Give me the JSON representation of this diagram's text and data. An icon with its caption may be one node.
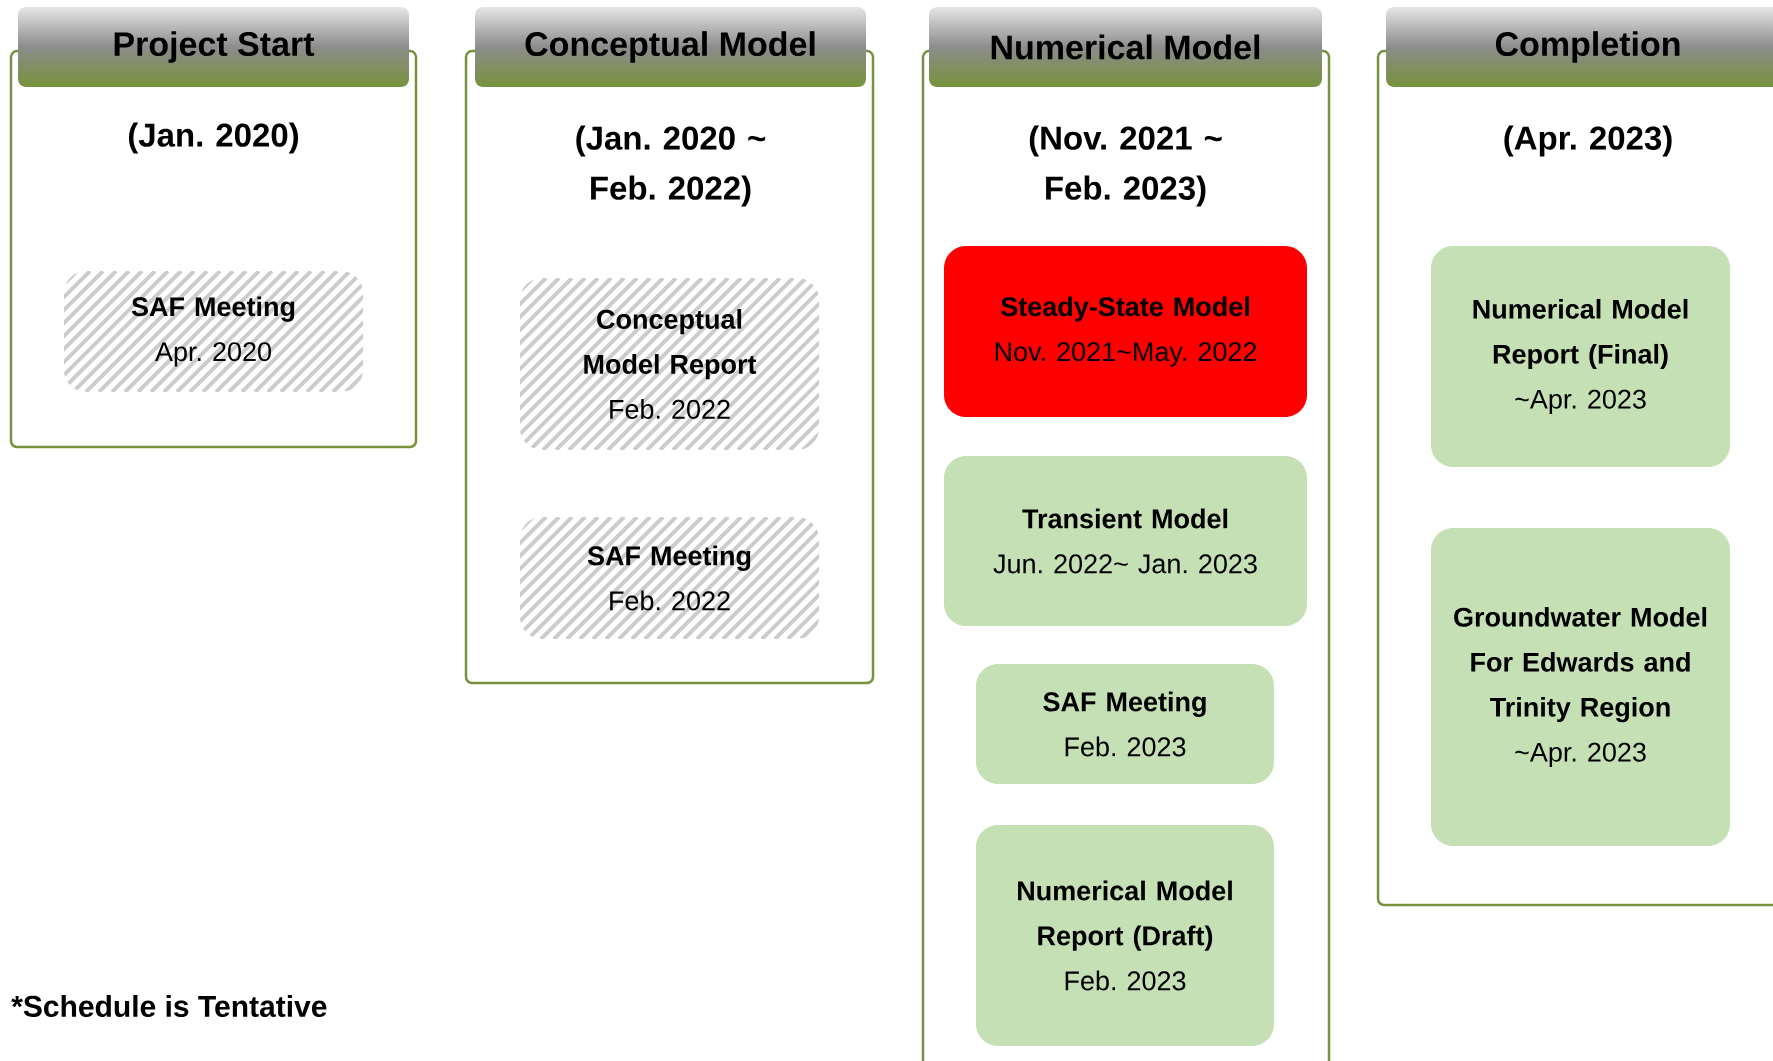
{
  "diagram": {
    "nodes": [
      {
        "text": [
          "Project Start",
          "(Jan. 2020)"
        ]
      },
      {
        "text": [
          "SAF Meeting",
          "Apr. 2020"
        ],
        "in": 0
      },
      {
        "text": [
          "Conceptual Model",
          "(Jan. 2020 ~ Feb. 2022)"
        ]
      },
      {
        "text": [
          "Conceptual Model Report",
          "Feb. 2022"
        ],
        "in": 2
      },
      {
        "text": [
          "SAF Meeting",
          "Feb. 2022"
        ],
        "in": 2
      },
      {
        "text": [
          "Numerical Model",
          "(Nov. 2021 ~ Feb. 2023)"
        ]
      },
      {
        "text": [
          "Steady-State Model",
          "Nov. 2021~May. 2022"
        ],
        "in": 5
      },
      {
        "text": [
          "Transient Model",
          "Jun. 2022~ Jan. 2023"
        ],
        "in": 5
      },
      {
        "text": [
          "SAF Meeting",
          "Feb. 2023"
        ],
        "in": 5
      },
      {
        "text": [
          "Numerical Model Report (Draft)",
          "Feb. 2023"
        ],
        "in": 5
      },
      {
        "text": [
          "Completion",
          "(Apr. 2023)"
        ]
      },
      {
        "text": [
          "Numerical Model Report (Final)",
          "~Apr. 2023"
        ],
        "in": 10
      },
      {
        "text": [
          "Groundwater Model For Edwards and Trinity Region",
          "~Apr. 2023"
        ],
        "in": 10
      }
    ],
    "labels": [
      "*Schedule is Tentative"
    ]
  }
}
